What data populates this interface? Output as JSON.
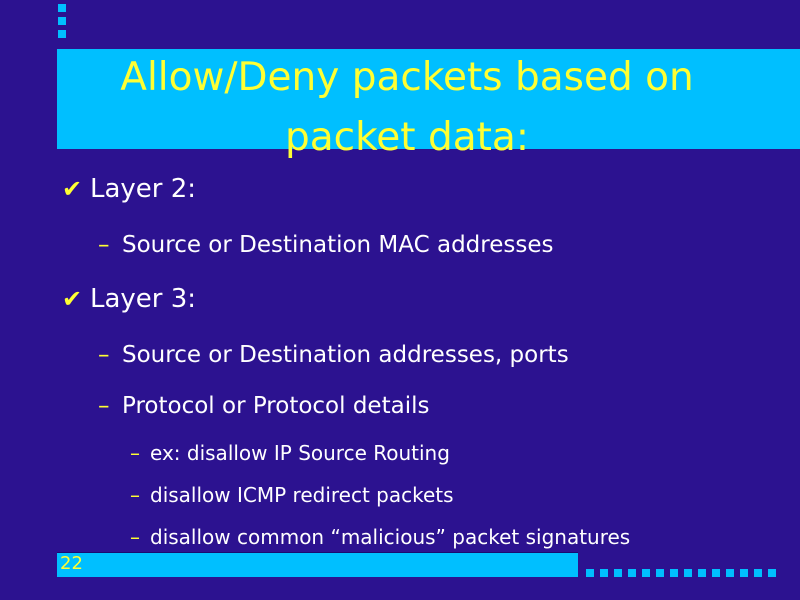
{
  "slide": {
    "title": "Allow/Deny packets based on packet data:",
    "page_number": "22",
    "colors": {
      "background": "#2c1290",
      "accent_band": "#00bfff",
      "title_text": "#ffff33",
      "body_text": "#ffffff"
    },
    "bullets": [
      {
        "icon": "check-icon",
        "text": "Layer 2:",
        "children": [
          {
            "text": "Source or Destination MAC addresses"
          }
        ]
      },
      {
        "icon": "check-icon",
        "text": "Layer 3:",
        "children": [
          {
            "text": "Source or Destination addresses, ports"
          },
          {
            "text": "Protocol or Protocol details",
            "children": [
              {
                "text": "ex: disallow IP Source Routing"
              },
              {
                "text": "disallow ICMP redirect packets"
              },
              {
                "text": "disallow common “malicious” packet signatures"
              }
            ]
          }
        ]
      }
    ]
  }
}
